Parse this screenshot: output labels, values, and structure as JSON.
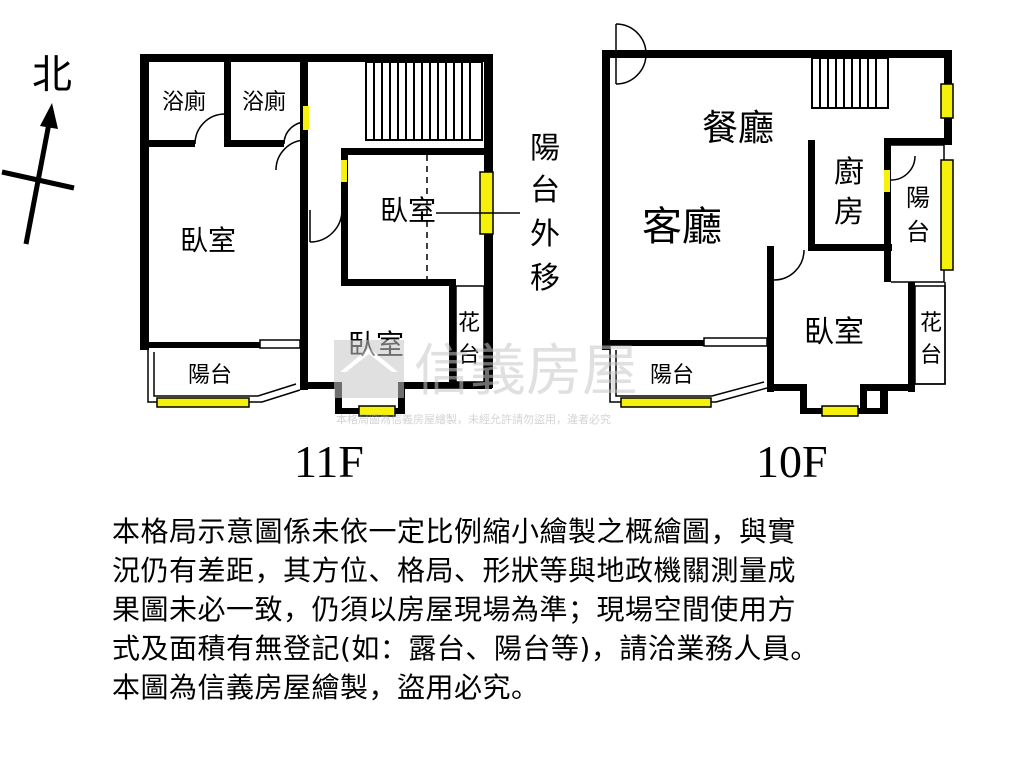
{
  "compass": {
    "north_label": "北"
  },
  "floors": {
    "f11": {
      "label": "11F",
      "rooms": {
        "bath1": "浴廁",
        "bath2": "浴廁",
        "bedroom_left": "臥室",
        "bedroom_right": "臥室",
        "bedroom_bottom": "臥室",
        "balcony": "陽台",
        "planter": [
          "花",
          "台"
        ],
        "annotation": [
          "陽",
          "台",
          "外",
          "移"
        ]
      }
    },
    "f10": {
      "label": "10F",
      "rooms": {
        "dining": "餐廳",
        "living": "客廳",
        "kitchen": [
          "廚",
          "房"
        ],
        "balcony_right": [
          "陽",
          "台"
        ],
        "bedroom": "臥室",
        "planter": [
          "花",
          "台"
        ],
        "balcony": "陽台"
      }
    }
  },
  "watermark": {
    "brand": "信義房屋",
    "notice": "本格局圖為信義房屋繪製，未經允許請勿盜用，違者必究"
  },
  "disclaimer": [
    "本格局示意圖係未依一定比例縮小繪製之概繪圖，與實",
    "況仍有差距，其方位、格局、形狀等與地政機關測量成",
    "果圖未必一致，仍須以房屋現場為準；現場空間使用方",
    "式及面積有無登記(如：露台、陽台等)，請洽業務人員。",
    "本圖為信義房屋繪製，盜用必究。"
  ],
  "colors": {
    "wall": "#000000",
    "window": "#f5f10a",
    "watermark": "#cfcfcf"
  }
}
